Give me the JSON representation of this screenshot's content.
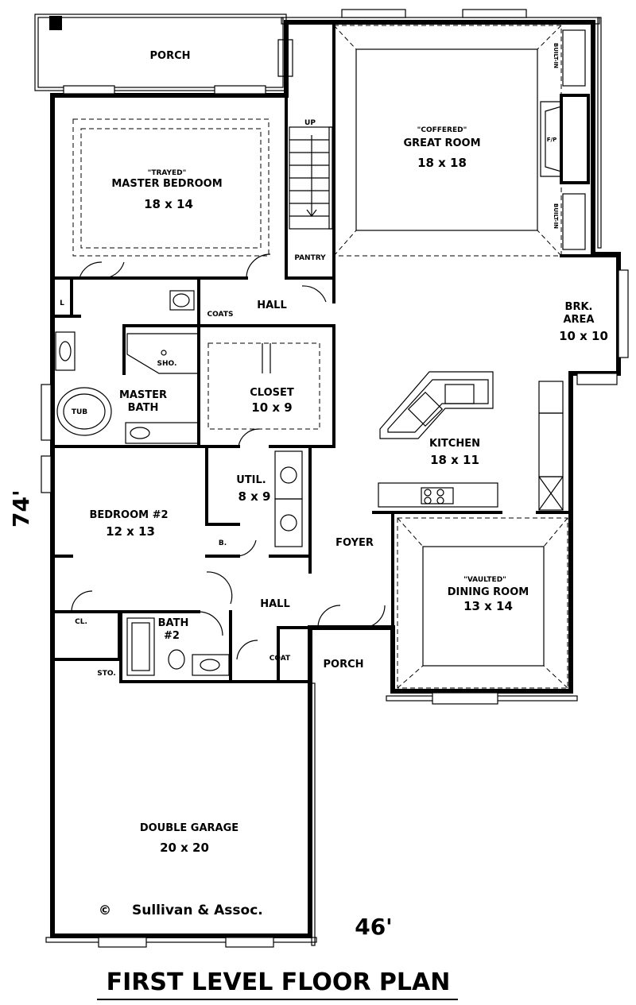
{
  "plan": {
    "title": "FIRST LEVEL FLOOR PLAN",
    "width_dim": "46'",
    "depth_dim": "74'",
    "copyright": "Sullivan & Assoc.",
    "copyright_symbol": "©"
  },
  "rooms": {
    "porch_top": "PORCH",
    "master_bedroom": {
      "note": "\"TRAYED\"",
      "name": "MASTER BEDROOM",
      "size": "18 x 14"
    },
    "great_room": {
      "note": "\"COFFERED\"",
      "name": "GREAT ROOM",
      "size": "18 x 18"
    },
    "up": "UP",
    "pantry": "PANTRY",
    "builtin_top": "BUILT-IN",
    "builtin_bottom": "BUILT-IN",
    "fireplace": "F/P",
    "hall_upper": "HALL",
    "coats": "COATS",
    "linen": "L",
    "brk_area": {
      "name_line1": "BRK.",
      "name_line2": "AREA",
      "size": "10 x 10"
    },
    "shower": "SHO.",
    "tub": "TUB",
    "master_bath": {
      "name_line1": "MASTER",
      "name_line2": "BATH"
    },
    "closet": {
      "name": "CLOSET",
      "size": "10 x 9"
    },
    "kitchen": {
      "name": "KITCHEN",
      "size": "18 x 11"
    },
    "utility": {
      "name": "UTIL.",
      "size": "8 x 9"
    },
    "bedroom2": {
      "name": "BEDROOM #2",
      "size": "12 x 13"
    },
    "b_closet": "B.",
    "foyer": "FOYER",
    "dining_room": {
      "note": "\"VAULTED\"",
      "name": "DINING ROOM",
      "size": "13 x 14"
    },
    "hall_lower": "HALL",
    "cl": "CL.",
    "bath2": {
      "name_line1": "BATH",
      "name_line2": "#2"
    },
    "coat": "COAT",
    "porch_front": "PORCH",
    "sto": "STO.",
    "garage": {
      "name": "DOUBLE GARAGE",
      "size": "20 x 20"
    }
  }
}
